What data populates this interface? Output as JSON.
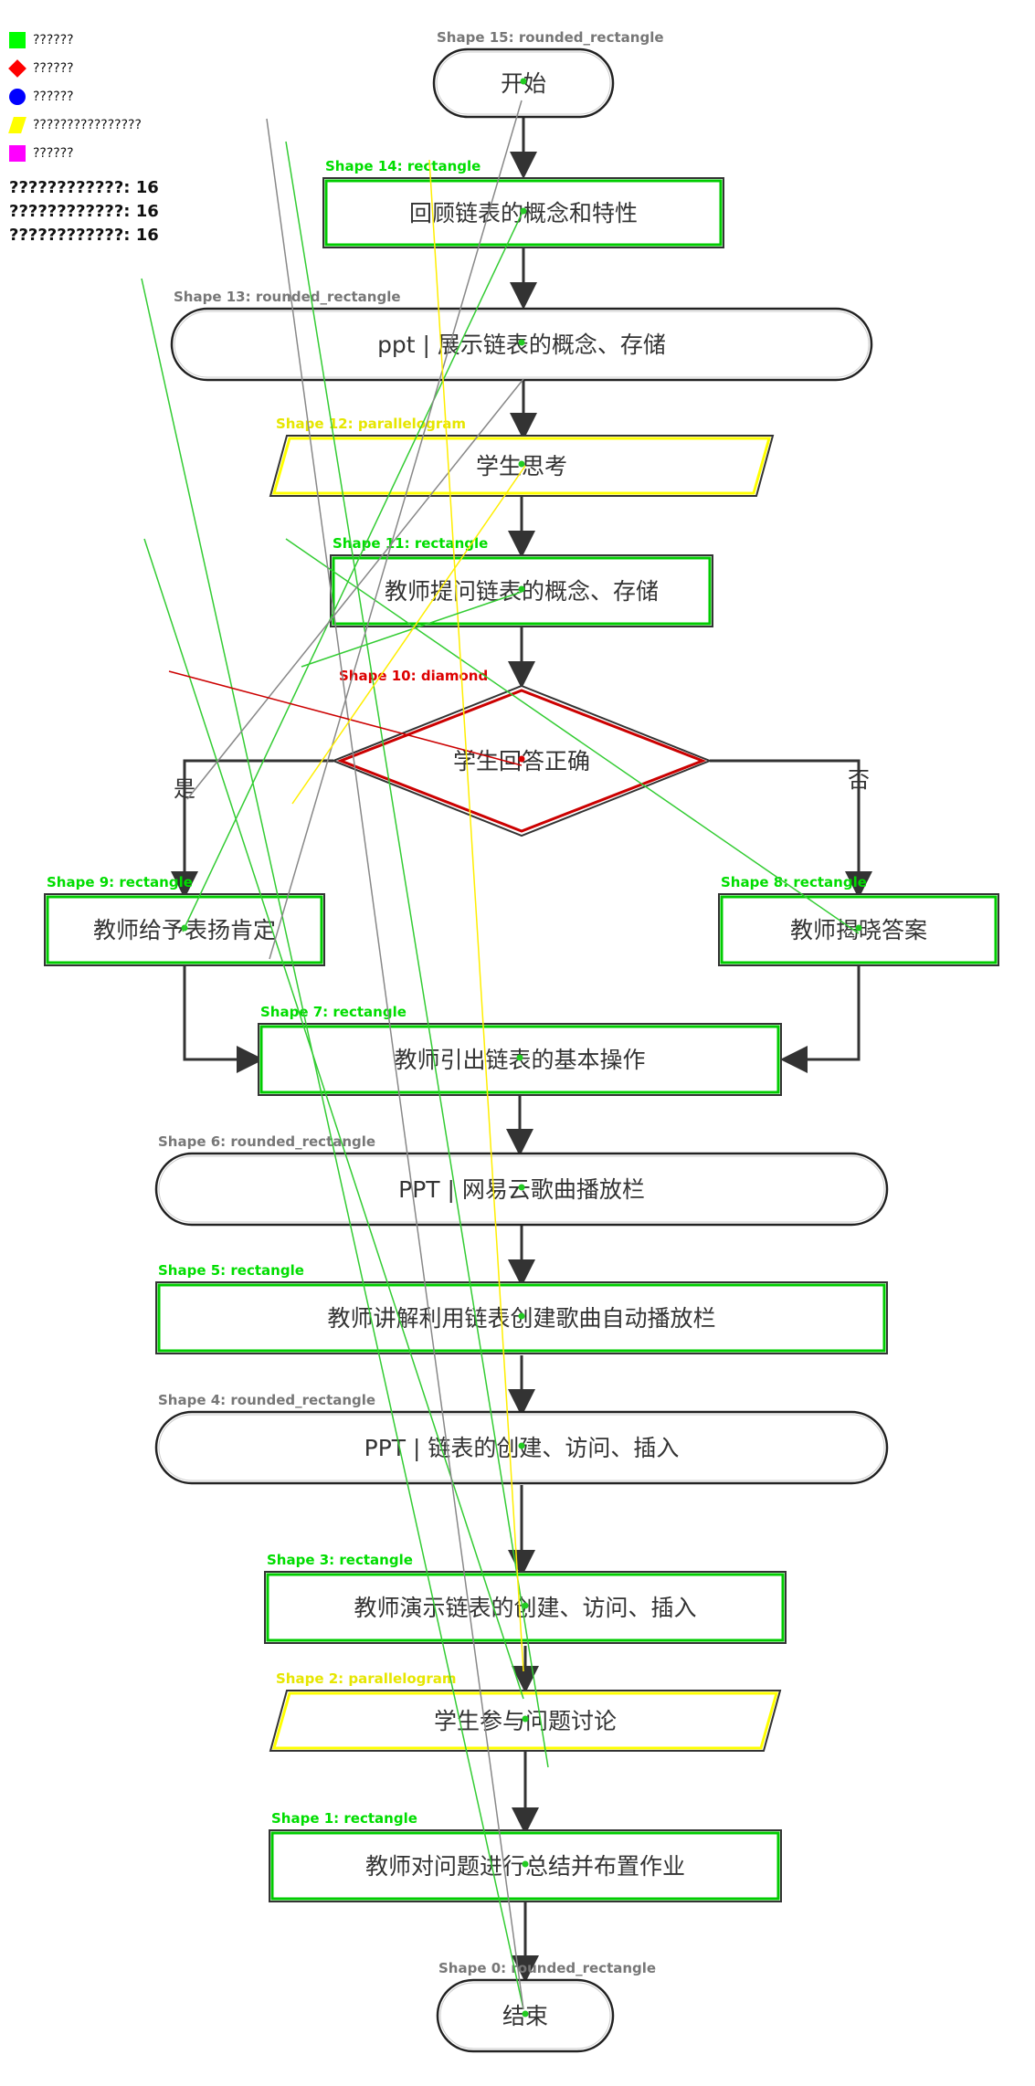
{
  "legend": {
    "items": [
      {
        "symbol": "green-square",
        "label": "??????"
      },
      {
        "symbol": "red-diamond",
        "label": "??????"
      },
      {
        "symbol": "blue-circle",
        "label": "??????"
      },
      {
        "symbol": "yellow-parallelogram",
        "label": "????????????????"
      },
      {
        "symbol": "magenta-square",
        "label": "??????"
      }
    ],
    "stats": [
      {
        "label": "????????????:",
        "value": "16"
      },
      {
        "label": "????????????:",
        "value": "16"
      },
      {
        "label": "????????????:",
        "value": "16"
      }
    ]
  },
  "colors": {
    "rectangle": "#00cc00",
    "diamond": "#cc0000",
    "parallelogram": "#ffff00",
    "rounded_rectangle": "#222222",
    "tag_rounded": "#777777",
    "tag_rect": "#00dd00",
    "tag_para": "#e6e600",
    "tag_diamond": "#dd0000",
    "arrow": "#333333"
  },
  "shapes": [
    {
      "id": "s15",
      "tag": "Shape 15: rounded_rectangle",
      "kind": "rounded_rectangle",
      "text": "开始"
    },
    {
      "id": "s14",
      "tag": "Shape 14: rectangle",
      "kind": "rectangle",
      "text": "回顾链表的概念和特性"
    },
    {
      "id": "s13",
      "tag": "Shape 13: rounded_rectangle",
      "kind": "rounded_rectangle",
      "text": "ppt | 展示链表的概念、存储"
    },
    {
      "id": "s12",
      "tag": "Shape 12: parallelogram",
      "kind": "parallelogram",
      "text": "学生思考"
    },
    {
      "id": "s11",
      "tag": "Shape 11: rectangle",
      "kind": "rectangle",
      "text": "教师提问链表的概念、存储"
    },
    {
      "id": "s10",
      "tag": "Shape 10: diamond",
      "kind": "diamond",
      "text": "学生回答正确"
    },
    {
      "id": "s9",
      "tag": "Shape 9: rectangle",
      "kind": "rectangle",
      "text": "教师给予表扬肯定"
    },
    {
      "id": "s8",
      "tag": "Shape 8: rectangle",
      "kind": "rectangle",
      "text": "教师揭晓答案"
    },
    {
      "id": "s7",
      "tag": "Shape 7: rectangle",
      "kind": "rectangle",
      "text": "教师引出链表的基本操作"
    },
    {
      "id": "s6",
      "tag": "Shape 6: rounded_rectangle",
      "kind": "rounded_rectangle",
      "text": "PPT | 网易云歌曲播放栏"
    },
    {
      "id": "s5",
      "tag": "Shape 5: rectangle",
      "kind": "rectangle",
      "text": "教师讲解利用链表创建歌曲自动播放栏"
    },
    {
      "id": "s4",
      "tag": "Shape 4: rounded_rectangle",
      "kind": "rounded_rectangle",
      "text": "PPT | 链表的创建、访问、插入"
    },
    {
      "id": "s3",
      "tag": "Shape 3: rectangle",
      "kind": "rectangle",
      "text": "教师演示链表的创建、访问、插入"
    },
    {
      "id": "s2",
      "tag": "Shape 2: parallelogram",
      "kind": "parallelogram",
      "text": "学生参与问题讨论"
    },
    {
      "id": "s1",
      "tag": "Shape 1: rectangle",
      "kind": "rectangle",
      "text": "教师对问题进行总结并布置作业"
    },
    {
      "id": "s0",
      "tag": "Shape 0: rounded_rectangle",
      "kind": "rounded_rectangle",
      "text": "结束"
    }
  ],
  "branches": {
    "yes": "是",
    "no": "否"
  }
}
